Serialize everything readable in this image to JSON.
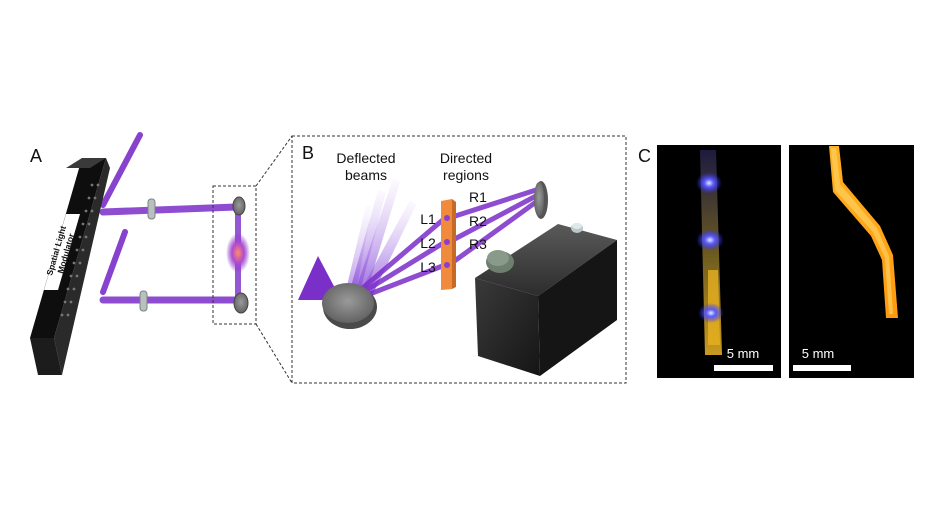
{
  "panels": {
    "a": {
      "letter": "A",
      "device_label_line1": "Spatial Light",
      "device_label_line2": "Modulator"
    },
    "b": {
      "letter": "B",
      "deflected_line1": "Deflected",
      "deflected_line2": "beams",
      "directed_line1": "Directed",
      "directed_line2": "regions",
      "left_regions": [
        "L1",
        "L2",
        "L3"
      ],
      "right_regions": [
        "R1",
        "R2",
        "R3"
      ]
    },
    "c": {
      "letter": "C",
      "scale_left": "5 mm",
      "scale_right": "5 mm"
    }
  },
  "colors": {
    "beam": "#7b2fc9",
    "beam_light": "#a070e0",
    "sample_orange": "#f08a3c",
    "photo_bg": "#000000",
    "glow_blue": "#3a3cff",
    "glow_yellow": "#f5b21a"
  }
}
